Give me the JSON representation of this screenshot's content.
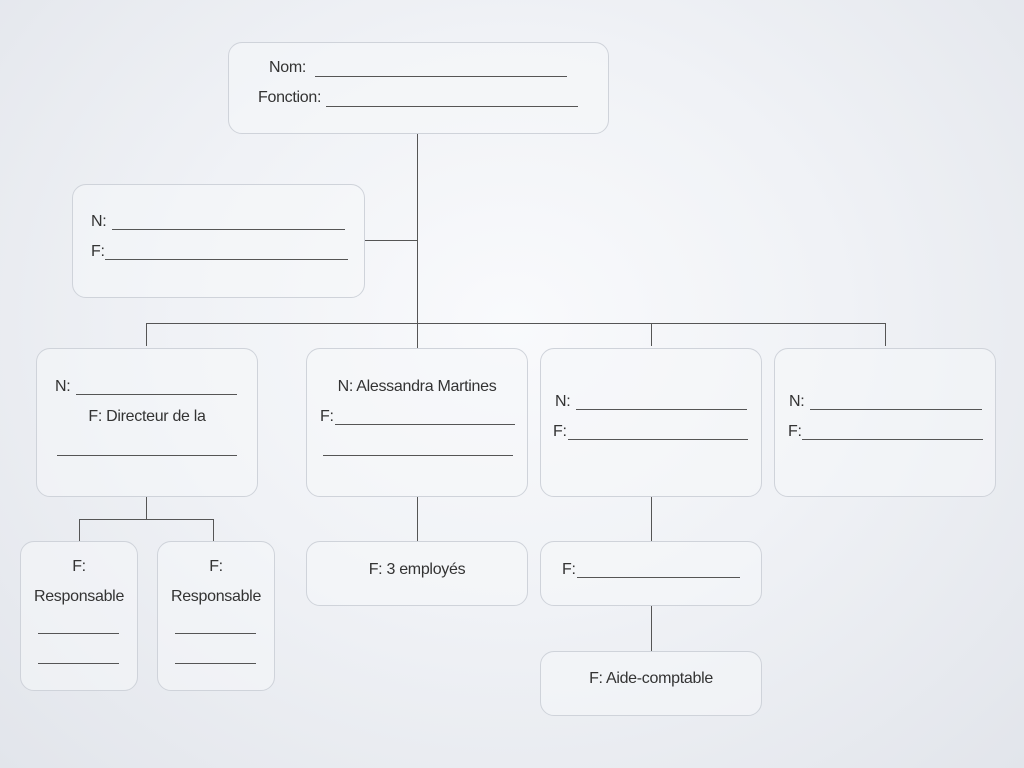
{
  "top": {
    "name_label": "Nom:",
    "function_label": "Fonction:"
  },
  "side": {
    "name_label": "N:",
    "function_label": "F:"
  },
  "col1": {
    "name_label": "N:",
    "function_text": "F: Directeur de la"
  },
  "col2": {
    "name_text": "N: Alessandra Martines",
    "function_label": "F:"
  },
  "col3": {
    "name_label": "N:",
    "function_label": "F:"
  },
  "col4": {
    "name_label": "N:",
    "function_label": "F:"
  },
  "sub1a": {
    "function_label": "F:",
    "role_text": "Responsable"
  },
  "sub1b": {
    "function_label": "F:",
    "role_text": "Responsable"
  },
  "sub2": {
    "function_text": "F: 3 employés"
  },
  "sub3": {
    "function_label": "F:"
  },
  "sub3b": {
    "function_text": "F: Aide-comptable"
  }
}
